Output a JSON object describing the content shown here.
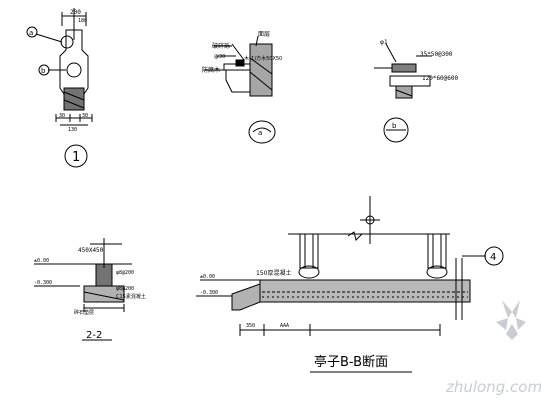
{
  "detail1": {
    "dim_top": "200",
    "dim_top2": "180",
    "callout_a": "a",
    "callout_b": "b",
    "dim_bottom": "30",
    "dim_bottom2": "30",
    "dim_bottom3": "130",
    "number": "1"
  },
  "detail_a": {
    "label_1": "破碎砾",
    "label_2": "面层",
    "label_3": "木(1)方木50X50",
    "label_4": "防腐木",
    "label_5": "@30",
    "number": "a"
  },
  "detail_b": {
    "label_1": "φ1",
    "label_2": "35*50@300",
    "label_3": "120*60@600",
    "number": "b"
  },
  "section_22": {
    "label_1": "450X450",
    "label_2": "±0.00",
    "label_3": "-0.300",
    "label_4": "φ8@200",
    "label_5": "φ8@200",
    "label_6": "C15素混凝土",
    "label_7": "碎石垫层",
    "title": "2-2"
  },
  "section_bb": {
    "label_elev1": "±0.00",
    "label_elev2": "-0.300",
    "label_150": "150厚混凝土",
    "dim_1": "350",
    "dim_2": "AAA",
    "callout": "4",
    "title": "亭子B-B断面"
  },
  "watermark": {
    "text": "zhulong.com"
  },
  "colors": {
    "line": "#000000",
    "background": "#ffffff",
    "watermark": "#c9ccd0"
  }
}
